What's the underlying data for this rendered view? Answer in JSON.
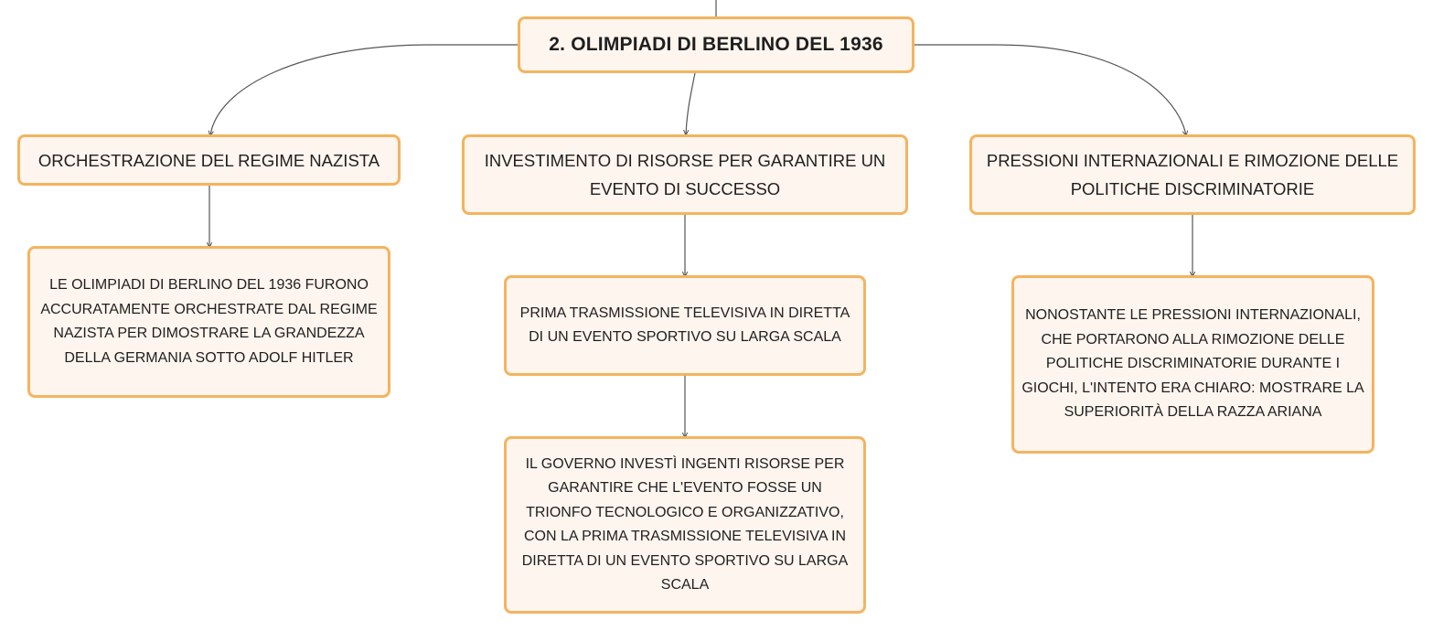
{
  "map": {
    "root": {
      "label": "2. OLIMPIADI DI BERLINO DEL 1936"
    },
    "branches": [
      {
        "topic": "ORCHESTRAZIONE DEL REGIME NAZISTA",
        "details": [
          "LE OLIMPIADI DI BERLINO DEL 1936 FURONO ACCURATAMENTE ORCHESTRATE DAL REGIME NAZISTA PER DIMOSTRARE LA GRANDEZZA DELLA GERMANIA SOTTO ADOLF HITLER"
        ]
      },
      {
        "topic": "INVESTIMENTO DI RISORSE PER GARANTIRE UN EVENTO DI SUCCESSO",
        "details": [
          "PRIMA TRASMISSIONE TELEVISIVA IN DIRETTA DI UN EVENTO SPORTIVO SU LARGA SCALA",
          "IL GOVERNO INVESTÌ INGENTI RISORSE PER GARANTIRE CHE L'EVENTO FOSSE UN TRIONFO TECNOLOGICO E ORGANIZZATIVO, CON LA PRIMA TRASMISSIONE TELEVISIVA IN DIRETTA DI UN EVENTO SPORTIVO SU LARGA SCALA"
        ]
      },
      {
        "topic": "PRESSIONI INTERNAZIONALI E RIMOZIONE DELLE POLITICHE DISCRIMINATORIE",
        "details": [
          "NONOSTANTE LE PRESSIONI INTERNAZIONALI, CHE PORTARONO ALLA RIMOZIONE DELLE POLITICHE DISCRIMINATORIE DURANTE I GIOCHI, L'INTENTO ERA CHIARO: MOSTRARE LA SUPERIORITÀ DELLA RAZZA ARIANA"
        ]
      }
    ]
  },
  "colors": {
    "node_border": "#f3b45f",
    "node_fill": "#fdf5ee",
    "connector": "#555555",
    "text": "#1f1f1f"
  }
}
